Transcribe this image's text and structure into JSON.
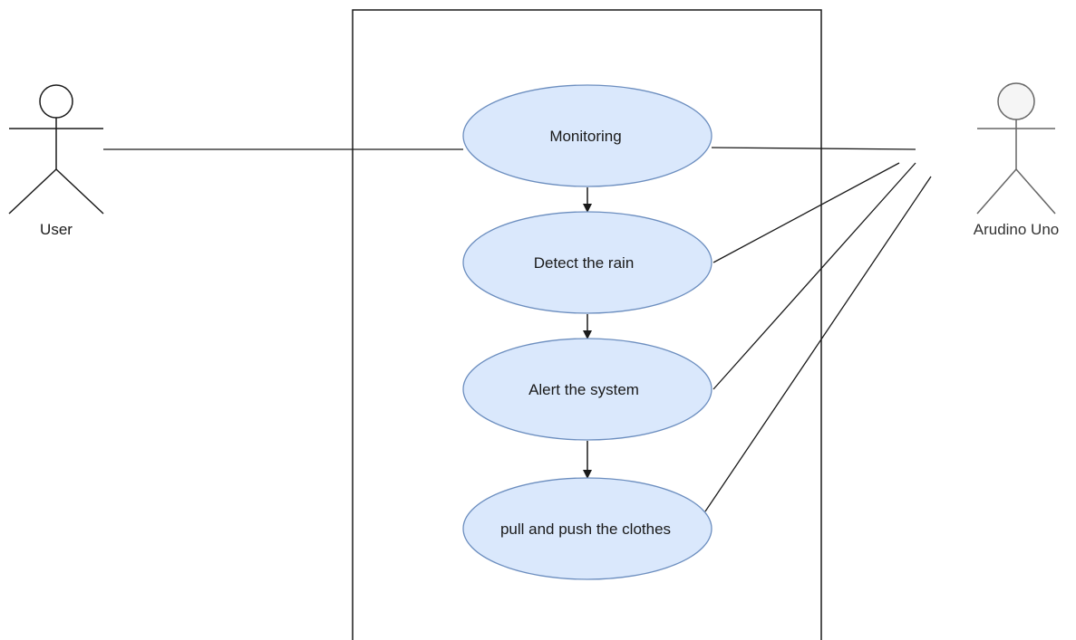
{
  "actors": {
    "user": {
      "label": "User"
    },
    "device": {
      "label": "Arudino Uno"
    }
  },
  "use_cases": [
    {
      "id": "monitoring",
      "label": "Monitoring"
    },
    {
      "id": "detect-rain",
      "label": "Detect the rain"
    },
    {
      "id": "alert-system",
      "label": "Alert the system"
    },
    {
      "id": "pull-push-clothes",
      "label": "pull and push the clothes"
    }
  ],
  "colors": {
    "usecase_fill": "#dae8fc",
    "usecase_stroke": "#6c8ebf",
    "line": "#1a1a1a",
    "device_actor_stroke": "#666666",
    "device_actor_head_fill": "#f5f5f5",
    "device_actor_text": "#333333"
  }
}
